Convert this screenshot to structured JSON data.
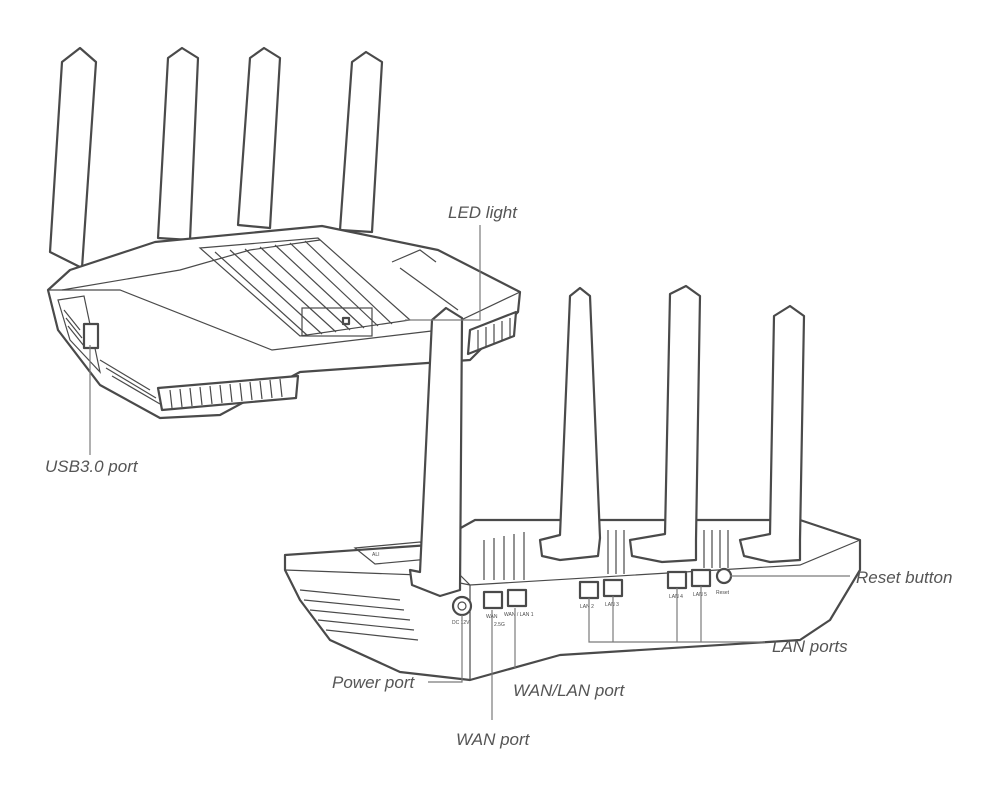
{
  "callouts": {
    "led_light": "LED light",
    "usb_port": "USB3.0 port",
    "reset_button": "Reset button",
    "lan_ports": "LAN ports",
    "power_port": "Power port",
    "wan_lan_port": "WAN/LAN port",
    "wan_port": "WAN port"
  },
  "port_labels": {
    "dc": "DC 12V",
    "wan": "WAN",
    "wan_lan1": "WAN / LAN 1",
    "speed": "2.5G",
    "lan2": "LAN 2",
    "lan3": "LAN 3",
    "lan4": "LAN 4",
    "lan5": "LAN 5",
    "reset": "Reset"
  },
  "colors": {
    "line": "#4a4a4a",
    "leader": "#7a7a7a",
    "text": "#555555",
    "background": "#ffffff"
  }
}
